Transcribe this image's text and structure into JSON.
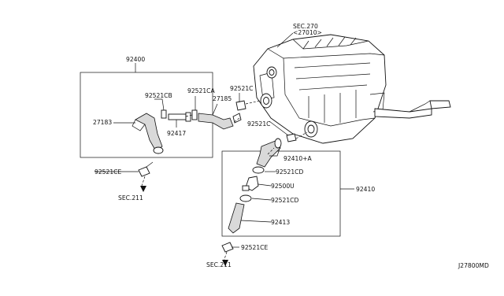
{
  "callouts": {
    "sec270": "SEC.270",
    "sec270_sub": "<27010>",
    "p92400": "92400",
    "p92521CB": "92521CB",
    "p27183": "27183",
    "p92417": "92417",
    "p92521CA": "92521CA",
    "p27185": "27185",
    "p92521C_top": "92521C",
    "p92521C_mid": "92521C",
    "p92521CE_left": "92521CE",
    "sec211_left": "SEC.211",
    "p92410A": "92410+A",
    "p92521CD_top": "92521CD",
    "p92500U": "92500U",
    "p92410": "92410",
    "p92521CD_bot": "92521CD",
    "p92413": "92413",
    "p92521CE_bottom": "92521CE",
    "sec211_bottom": "SEC.211",
    "diagram_code": "J27800MD"
  }
}
